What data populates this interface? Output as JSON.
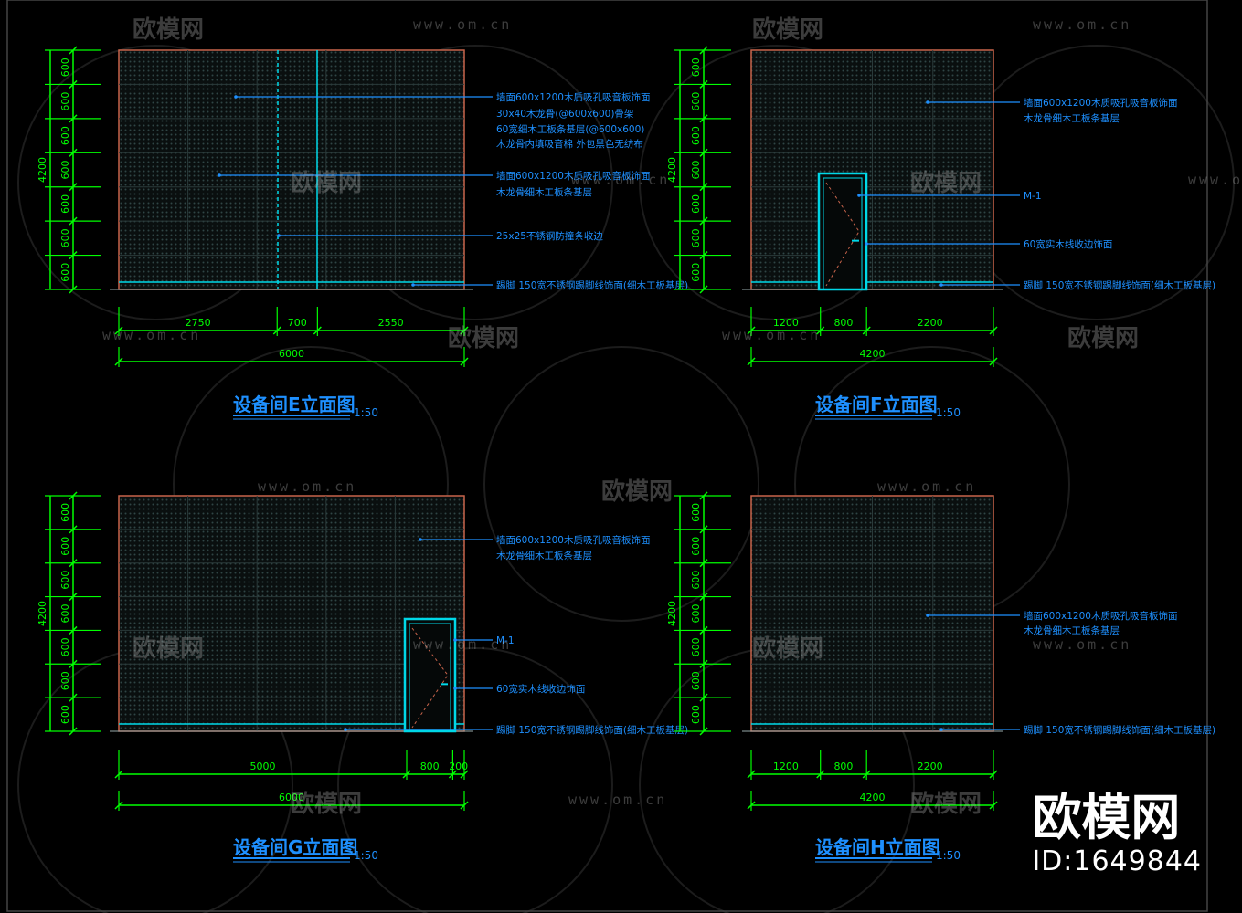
{
  "colors": {
    "background": "#000000",
    "dimension": "#00ff00",
    "annotation": "#1e90ff",
    "wall_outline": "#c8644b",
    "door": "#00d8e8",
    "grid": "#2a3a3a"
  },
  "panels": [
    {
      "id": "E",
      "title": "设备间E立面图",
      "scale": "1:50",
      "height_total": "4200",
      "row_heights": [
        "600",
        "600",
        "600",
        "600",
        "600",
        "600",
        "600"
      ],
      "widths": [
        "2750",
        "700",
        "2550"
      ],
      "width_total": "6000",
      "notes": [
        "墙面600x1200木质吸孔吸音板饰面",
        "30x40木龙骨(@600x600)骨架",
        "60宽细木工板条基层(@600x600)",
        "木龙骨内填吸音棉 外包黑色无纺布",
        "墙面600x1200木质吸孔吸音板饰面",
        "木龙骨细木工板条基层",
        "25x25不锈钢防撞条收边",
        "踢脚 150宽不锈钢踢脚线饰面(细木工板基层)"
      ]
    },
    {
      "id": "F",
      "title": "设备间F立面图",
      "scale": "1:50",
      "height_total": "4200",
      "row_heights": [
        "600",
        "600",
        "600",
        "600",
        "600",
        "600",
        "600"
      ],
      "widths": [
        "1200",
        "800",
        "2200"
      ],
      "width_total": "4200",
      "notes": [
        "墙面600x1200木质吸孔吸音板饰面",
        "木龙骨细木工板条基层",
        "M-1",
        "60宽实木线收边饰面",
        "踢脚 150宽不锈钢踢脚线饰面(细木工板基层)"
      ]
    },
    {
      "id": "G",
      "title": "设备间G立面图",
      "scale": "1:50",
      "height_total": "4200",
      "row_heights": [
        "600",
        "600",
        "600",
        "600",
        "600",
        "600",
        "600"
      ],
      "widths": [
        "5000",
        "800",
        "200"
      ],
      "width_total": "6000",
      "notes": [
        "墙面600x1200木质吸孔吸音板饰面",
        "木龙骨细木工板条基层",
        "M-1",
        "60宽实木线收边饰面",
        "踢脚 150宽不锈钢踢脚线饰面(细木工板基层)"
      ]
    },
    {
      "id": "H",
      "title": "设备间H立面图",
      "scale": "1:50",
      "height_total": "4200",
      "row_heights": [
        "600",
        "600",
        "600",
        "600",
        "600",
        "600",
        "600"
      ],
      "widths": [
        "1200",
        "800",
        "2200"
      ],
      "width_total": "4200",
      "notes": [
        "墙面600x1200木质吸孔吸音板饰面",
        "木龙骨细木工板条基层",
        "踢脚 150宽不锈钢踢脚线饰面(细木工板基层)"
      ]
    }
  ],
  "watermark": {
    "logo_text": "欧模网",
    "site_text": "www.om.cn"
  },
  "brand": {
    "name": "欧模网",
    "id_text": "ID:1649844"
  }
}
